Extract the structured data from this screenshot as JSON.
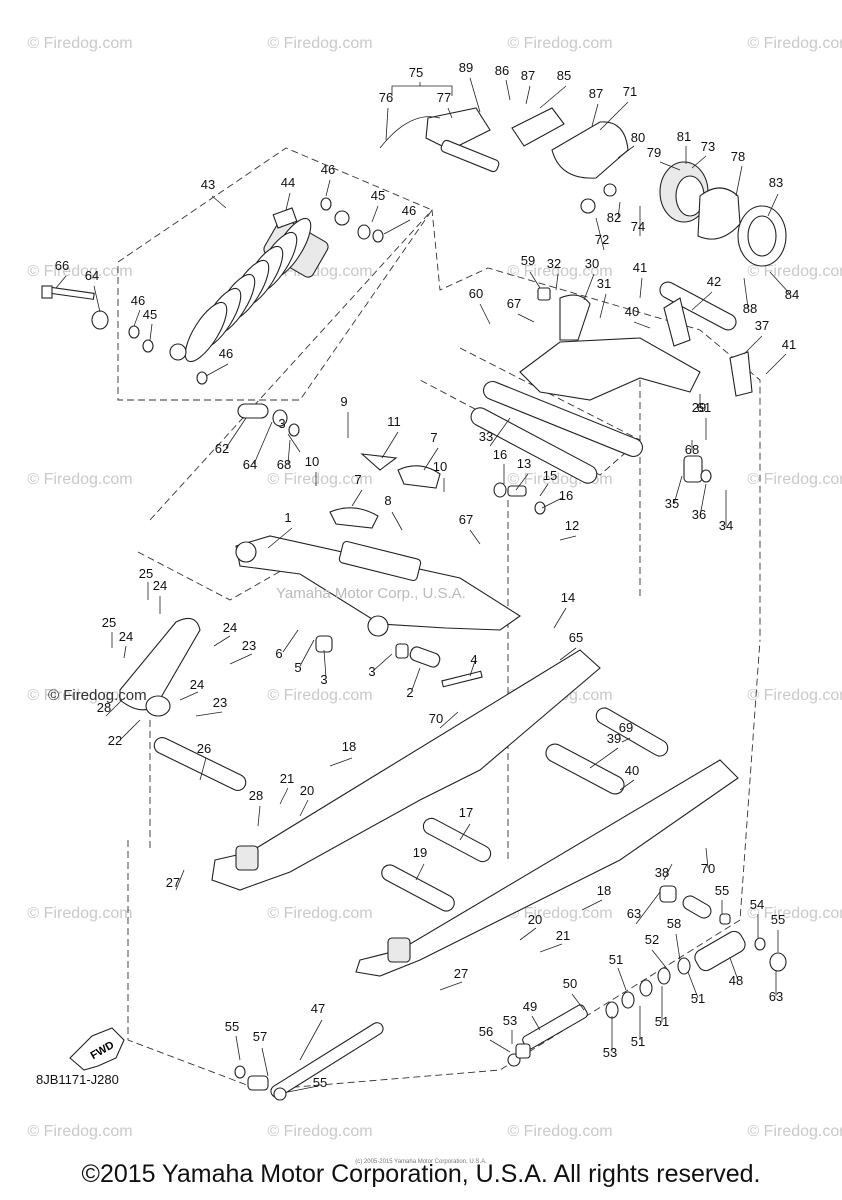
{
  "watermark": "© Firedog.com",
  "inline_watermark": "© Firedog.com",
  "center_watermark": "Yamaha Motor Corp., U.S.A.",
  "diagram_code": "8JB1171-J280",
  "fwd_label": "FWD",
  "footer": "©2015 Yamaha Motor Corporation, U.S.A. All rights reserved.",
  "tiny_notice": "(c) 2005-2015 Yamaha Motor Corporation, U.S.A.",
  "callouts": [
    "1",
    "2",
    "3",
    "3",
    "3",
    "4",
    "5",
    "6",
    "7",
    "7",
    "8",
    "9",
    "10",
    "10",
    "11",
    "12",
    "13",
    "14",
    "15",
    "16",
    "16",
    "17",
    "18",
    "18",
    "19",
    "20",
    "20",
    "21",
    "21",
    "22",
    "23",
    "23",
    "24",
    "24",
    "24",
    "24",
    "25",
    "25",
    "26",
    "27",
    "27",
    "28",
    "28",
    "29",
    "30",
    "31",
    "32",
    "33",
    "34",
    "35",
    "36",
    "37",
    "38",
    "39",
    "40",
    "40",
    "41",
    "41",
    "42",
    "43",
    "44",
    "45",
    "45",
    "46",
    "46",
    "46",
    "46",
    "47",
    "48",
    "49",
    "50",
    "51",
    "51",
    "51",
    "51",
    "52",
    "53",
    "53",
    "54",
    "55",
    "55",
    "55",
    "55",
    "56",
    "57",
    "58",
    "59",
    "60",
    "61",
    "62",
    "63",
    "63",
    "64",
    "64",
    "65",
    "66",
    "67",
    "67",
    "68",
    "68",
    "69",
    "70",
    "70",
    "71",
    "72",
    "73",
    "74",
    "75",
    "76",
    "77",
    "78",
    "79",
    "80",
    "81",
    "82",
    "83",
    "84",
    "85",
    "86",
    "87",
    "87",
    "88",
    "89"
  ]
}
